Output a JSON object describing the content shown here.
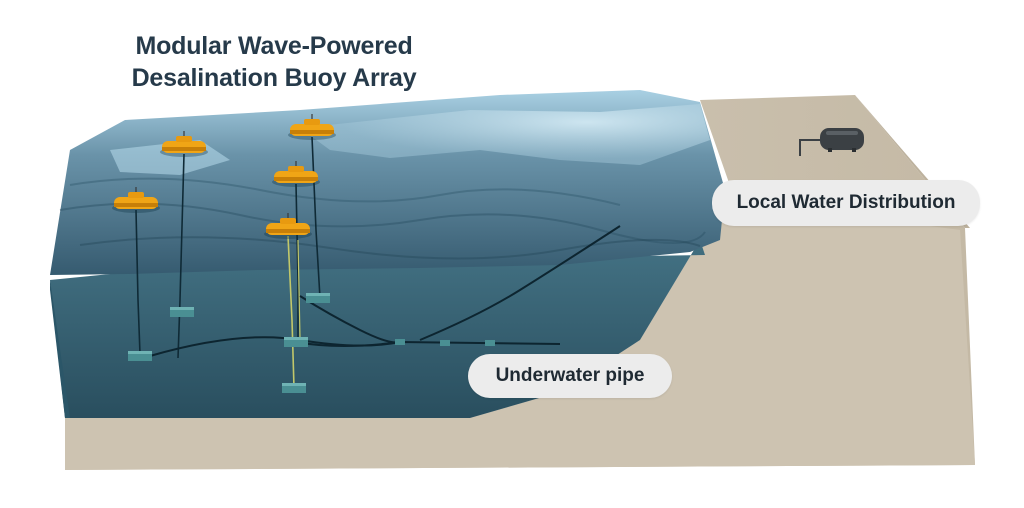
{
  "title": {
    "line1": "Modular Wave-Powered",
    "line2": "Desalination Buoy Array"
  },
  "labels": {
    "local_water_distribution": "Local Water Distribution",
    "underwater_pipe": "Underwater pipe"
  },
  "colors": {
    "ocean_surface": "#5a7f95",
    "ocean_deep": "#1f4a5c",
    "seabed": "#cfc6b5",
    "buoy": "#f0a516",
    "callout_bg": "#ececec",
    "title_text": "#263a4a"
  },
  "buoy_count": 5
}
